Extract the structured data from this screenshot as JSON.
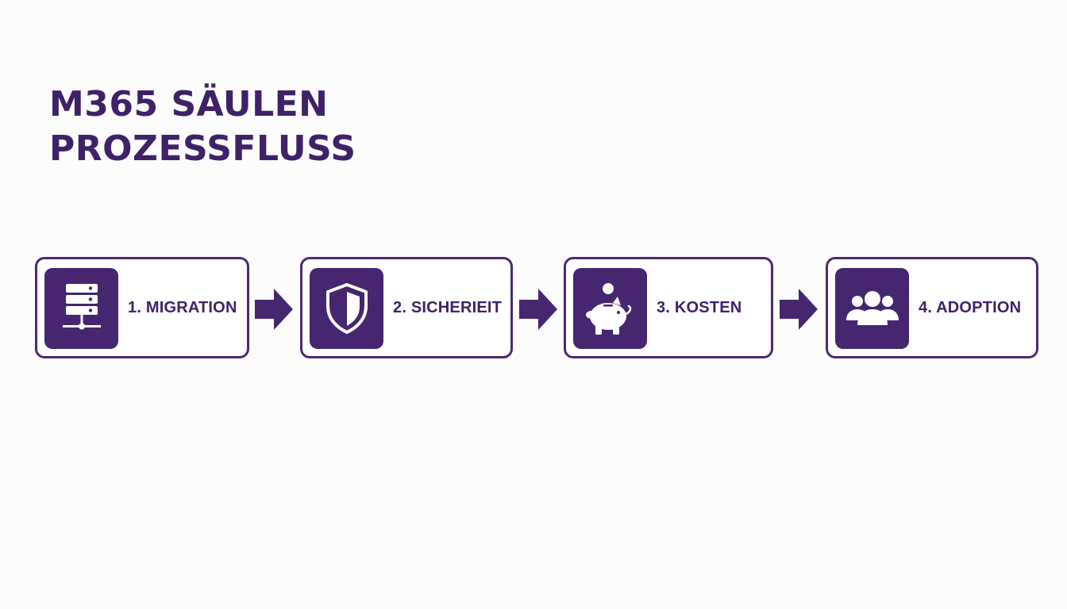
{
  "title": {
    "line1": "M365 SÄULEN",
    "line2": "PROZESSFLUSS"
  },
  "colors": {
    "primary": "#45266f",
    "border": "#4a2a70",
    "text": "#3f2168",
    "background": "#fcfcfd"
  },
  "steps": [
    {
      "label": "1. MIGRATION",
      "icon": "server-network-icon"
    },
    {
      "label": "2. SICHERIEIT",
      "icon": "shield-icon"
    },
    {
      "label": "3. KOSTEN",
      "icon": "piggy-bank-icon"
    },
    {
      "label": "4. ADOPTION",
      "icon": "user-group-icon"
    }
  ]
}
